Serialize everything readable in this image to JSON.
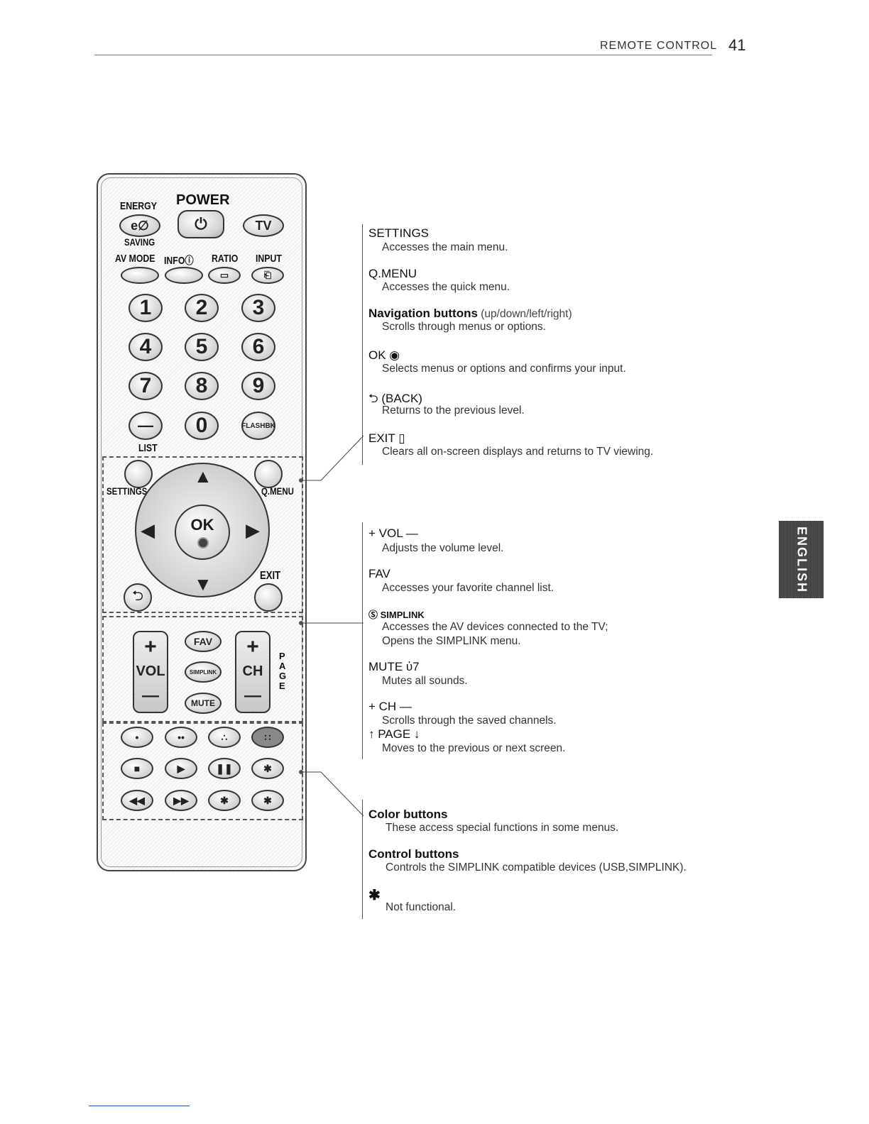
{
  "header": {
    "section": "REMOTE CONTROL",
    "page": "41"
  },
  "remote": {
    "energy": "ENERGY",
    "saving": "SAVING",
    "power": "POWER",
    "tv": "TV",
    "av_mode": "AV MODE",
    "info": "INFOⓘ",
    "ratio": "RATIO",
    "input": "INPUT",
    "digits": [
      "1",
      "2",
      "3",
      "4",
      "5",
      "6",
      "7",
      "8",
      "9"
    ],
    "dash": "—",
    "zero": "0",
    "flashbk": "FLASHBK",
    "list": "LIST",
    "settings": "SETTINGS",
    "qmenu": "Q.MENU",
    "ok": "OK",
    "exit": "EXIT",
    "vol": "VOL",
    "ch": "CH",
    "plus": "+",
    "minus": "—",
    "fav": "FAV",
    "simplink": "SIMPLINK",
    "mute": "MUTE",
    "page_letters": [
      "P",
      "A",
      "G",
      "E"
    ]
  },
  "group1": [
    {
      "term": "SETTINGS",
      "desc": "Accesses the main menu."
    },
    {
      "term": "Q.MENU",
      "desc": "Accesses the quick menu."
    },
    {
      "term": "Navigation buttons",
      "term_suffix": " (up/down/left/right)",
      "desc": "Scrolls through menus or options."
    },
    {
      "term": "OK ◉",
      "desc": "Selects menus or options and confirms your input."
    },
    {
      "term": "⮌ (BACK)",
      "desc": "Returns to the previous level."
    },
    {
      "term": "EXIT ▯",
      "desc": "Clears all on-screen displays and returns to TV viewing."
    }
  ],
  "group2": [
    {
      "term": "+ VOL —",
      "desc": "Adjusts the volume level."
    },
    {
      "term": "FAV",
      "desc": "Accesses your favorite channel list."
    },
    {
      "term": "Ⓢ SIMPLINK",
      "desc": "Accesses the AV devices connected to the TV;",
      "desc_b": "Opens the SIMPLINK menu."
    },
    {
      "term": "MUTE ὐ7",
      "desc": "Mutes all sounds."
    },
    {
      "term": "+ CH —",
      "desc": "Scrolls through the saved channels."
    },
    {
      "term": "↑ PAGE ↓",
      "desc": "Moves to the previous or next screen."
    }
  ],
  "group3": [
    {
      "term": "Color buttons",
      "desc": "These access special functions in some menus."
    },
    {
      "term": "Control buttons",
      "desc": "Controls the SIMPLINK compatible devices (USB,SIMPLINK)."
    },
    {
      "term": "✱",
      "desc": "Not functional."
    }
  ],
  "tab": {
    "label": "ENGLISH"
  }
}
